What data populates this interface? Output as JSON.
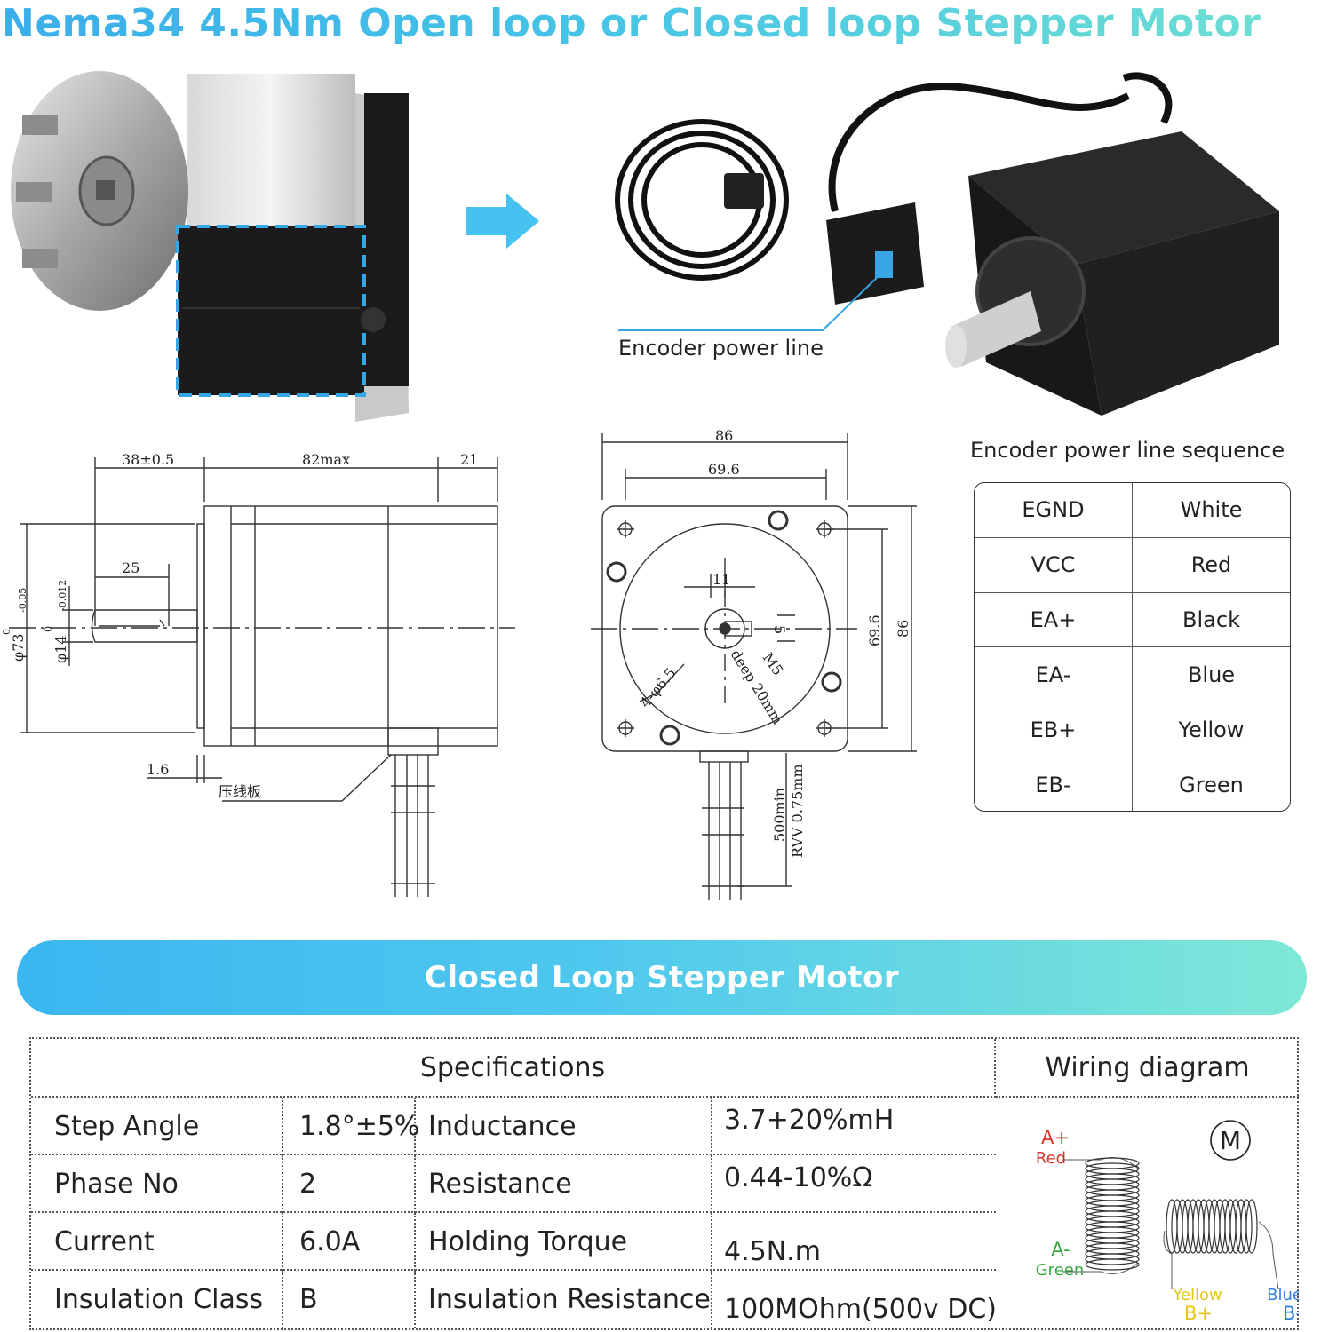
{
  "title": "Nema34 4.5Nm Open loop or Closed loop Stepper Motor",
  "encoder_label": "Encoder power line",
  "sequence": {
    "title": "Encoder power line sequence",
    "rows": [
      {
        "code": "EGND",
        "color": "White"
      },
      {
        "code": "VCC",
        "color": "Red"
      },
      {
        "code": "EA+",
        "color": "Black"
      },
      {
        "code": "EA-",
        "color": "Blue"
      },
      {
        "code": "EB+",
        "color": "Yellow"
      },
      {
        "code": "EB-",
        "color": "Green"
      }
    ]
  },
  "side_drawing": {
    "dim_38": "38±0.5",
    "dim_82": "82max",
    "dim_21": "21",
    "dim_25": "25",
    "dim_16": "1.6",
    "dim_73": "φ73",
    "dim_73_tol_upper": "0",
    "dim_73_tol_lower": "-0.05",
    "dim_14": "φ14",
    "dim_14_tol_upper": "0",
    "dim_14_tol_lower": "-0.012",
    "cable_plate": "压线板"
  },
  "front_drawing": {
    "dim_86_top": "86",
    "dim_696_top": "69.6",
    "dim_696_side": "69.6",
    "dim_86_side": "86",
    "dim_11": "11",
    "dim_5": "5",
    "hole_note": "4-φ6.5",
    "thread_note_1": "M5",
    "thread_note_2": "deep 20mm",
    "lead_note_1": "500min",
    "lead_note_2": "RVV 0.75mm"
  },
  "banner": "Closed Loop Stepper Motor",
  "specs": {
    "header": "Specifications",
    "rows": [
      {
        "label1": "Step Angle",
        "value1": "1.8°±5%",
        "label2": "Inductance",
        "value2": "3.7+20%mH"
      },
      {
        "label1": "Phase No",
        "value1": "2",
        "label2": "Resistance",
        "value2": "0.44-10%Ω"
      },
      {
        "label1": "Current",
        "value1": "6.0A",
        "label2": "Holding Torque",
        "value2": "4.5N.m"
      },
      {
        "label1": "Insulation Class",
        "value1": "B",
        "label2": "Insulation Resistance",
        "value2": "100MOhm(500v DC)"
      }
    ]
  },
  "wiring": {
    "header": "Wiring diagram",
    "a_plus": "A+",
    "a_plus_color": "Red",
    "a_minus": "A-",
    "a_minus_color": "Green",
    "b_plus": "B+",
    "b_plus_color": "Yellow",
    "b_minus": "B-",
    "b_minus_color": "Blue",
    "motor_symbol": "M"
  },
  "colors": {
    "title_gradient_start": "#3aaeea",
    "title_gradient_end": "#6fe0d2",
    "accent_blue": "#3aaeea",
    "red_wire": "#d9342b",
    "green_wire": "#3aa844",
    "yellow_wire": "#e6c619",
    "blue_wire": "#2f7fe0"
  }
}
